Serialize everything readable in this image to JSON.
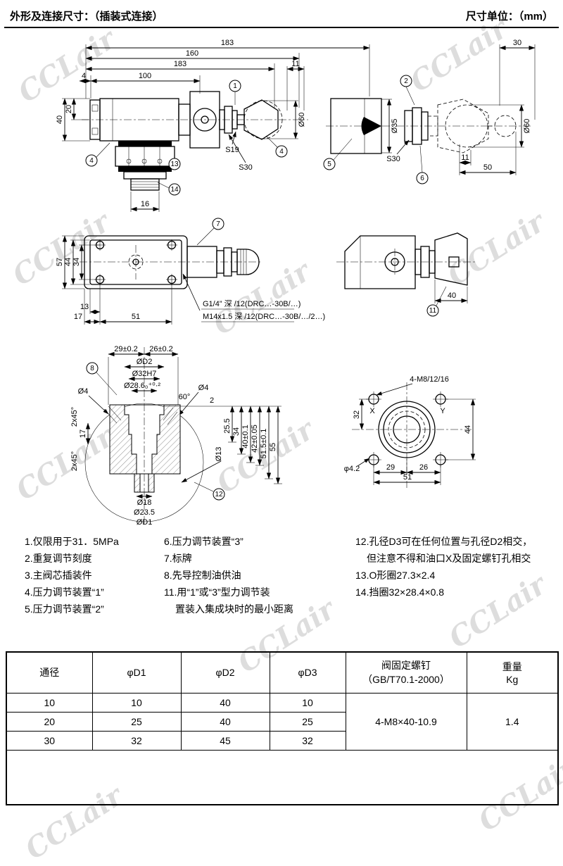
{
  "page": {
    "title_left": "外形及连接尺寸：（插装式连接）",
    "title_right": "尺寸单位：（mm）"
  },
  "watermark": {
    "text": "CCLair"
  },
  "drawing": {
    "v1": {
      "dim_183_total": "183",
      "dim_160": "160",
      "dim_183": "183",
      "dim_11": "11",
      "dim_100": "100",
      "dim_4": "4",
      "dim_40": "40",
      "dim_20": "20",
      "dim_16": "16",
      "dia_60": "Ø60",
      "s19": "S19",
      "s30": "S30",
      "callout_1": "1",
      "callout_4_left": "4",
      "callout_4_right": "4",
      "callout_13": "13",
      "callout_14": "14"
    },
    "v2": {
      "dim_30": "30",
      "dia_35": "Ø35",
      "dia_60": "Ø60",
      "s30": "S30",
      "dim_11": "11",
      "dim_50": "50",
      "callout_2": "2",
      "callout_5": "5",
      "callout_6": "6"
    },
    "v3": {
      "dim_57": "57",
      "dim_44": "44",
      "dim_34": "34",
      "dim_13": "13",
      "dim_17": "17",
      "dim_51": "51",
      "callout_7": "7",
      "port_line1": "G1/4” 深 /12(DRC…-30B/…)",
      "port_line2": "M14x1.5 深 /12(DRC…-30B/…/2…)"
    },
    "v4": {
      "dim_40": "40",
      "callout_11": "11"
    },
    "v5": {
      "dim_29": "29±0.2",
      "dim_26": "26±0.2",
      "dia_d2": "ØD2",
      "dia_32h7": "Ø32H7",
      "dia_286": "Ø28.6₀⁺⁰·²",
      "dia_4_left": "Ø4",
      "dia_4_right": "Ø4",
      "ang_60": "60°",
      "dim_2": "2",
      "chamfer_top": "2x45°",
      "chamfer_bottom": "2x45°",
      "dim_17": "17",
      "dia_13": "Ø13",
      "dim_25_5": "25.5",
      "dim_34": "34",
      "dim_40": "40±0.1",
      "dim_42": "42±0.05",
      "dim_51_5": "51.5±0.1",
      "dim_55": "55",
      "dia_18": "Ø18",
      "dia_23_5": "Ø23.5",
      "dia_d1": "ØD1",
      "callout_8": "8",
      "callout_12": "12"
    },
    "v6": {
      "bolt_spec": "4-M8/12/16",
      "port_x": "X",
      "port_y": "Y",
      "dim_32": "32",
      "dim_44": "44",
      "dia_4_2": "φ4.2",
      "dim_29": "29",
      "dim_26": "26",
      "dim_51": "51"
    }
  },
  "notes": {
    "col1": [
      "1.仅限用于31．5MPa",
      "2.重复调节刻度",
      "3.主阀芯插装件",
      "4.压力调节装置“1”",
      "5.压力调节装置“2”"
    ],
    "col2": [
      "6.压力调节装置“3”",
      "7.标牌",
      "8.先导控制油供油",
      "11.用“1”或“3”型力调节装",
      "置装入集成块时的最小距离"
    ],
    "col3": [
      "12.孔径D3可在任何位置与孔径D2相交，",
      "但注意不得和油口X及固定螺钉孔相交",
      "13.O形圈27.3×2.4",
      "14.挡圈32×28.4×0.8"
    ]
  },
  "table": {
    "headers": {
      "bore": "通径",
      "d1": "φD1",
      "d2": "φD2",
      "d3": "φD3",
      "screw_line1": "阀固定螺钉",
      "screw_line2": "（GB/T70.1-2000）",
      "weight_line1": "重量",
      "weight_line2": "Kg"
    },
    "rows": [
      [
        "10",
        "10",
        "40",
        "10"
      ],
      [
        "20",
        "25",
        "40",
        "25"
      ],
      [
        "30",
        "32",
        "45",
        "32"
      ]
    ],
    "screw_spec": "4-M8×40-10.9",
    "weight": "1.4"
  }
}
